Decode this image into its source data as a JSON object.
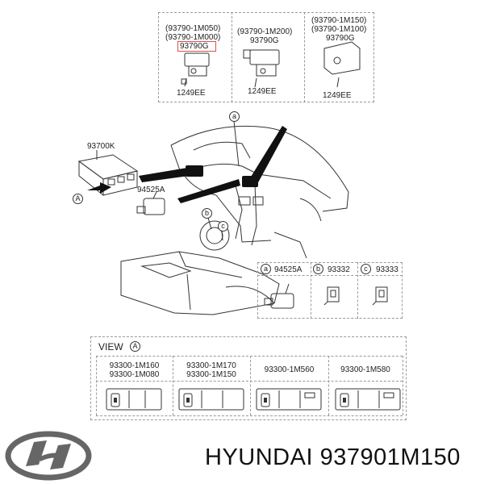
{
  "top_panel": {
    "group1": {
      "line1": "(93790-1M050)",
      "line2": "(93790-1M000)",
      "part": "93790G",
      "bolt": "1249EE"
    },
    "group2": {
      "line1": "(93790-1M200)",
      "part": "93790G",
      "bolt": "1249EE"
    },
    "group3": {
      "line1": "(93790-1M150)",
      "line2": "(93790-1M100)",
      "part": "93790G",
      "bolt": "1249EE"
    }
  },
  "callouts": {
    "switch_panel": "93700K",
    "view_marker": "A",
    "connector": "94525A",
    "a": "a",
    "b": "b",
    "c": "c"
  },
  "legend": {
    "a_code": "94525A",
    "b_code": "93332",
    "c_code": "93333",
    "a_letter": "a",
    "b_letter": "b",
    "c_letter": "c"
  },
  "view_panel": {
    "title": "VIEW",
    "title_marker": "A",
    "columns": [
      {
        "line1": "93300-1M160",
        "line2": "93300-1M080"
      },
      {
        "line1": "93300-1M170",
        "line2": "93300-1M150"
      },
      {
        "line1": "93300-1M560",
        "line2": ""
      },
      {
        "line1": "93300-1M580",
        "line2": ""
      }
    ]
  },
  "footer": {
    "brand_text": "HYUNDAI 937901M150",
    "logo": "hyundai-logo"
  },
  "colors": {
    "line": "#333333",
    "dash": "#9a9a9a",
    "highlight": "#d9534f"
  }
}
